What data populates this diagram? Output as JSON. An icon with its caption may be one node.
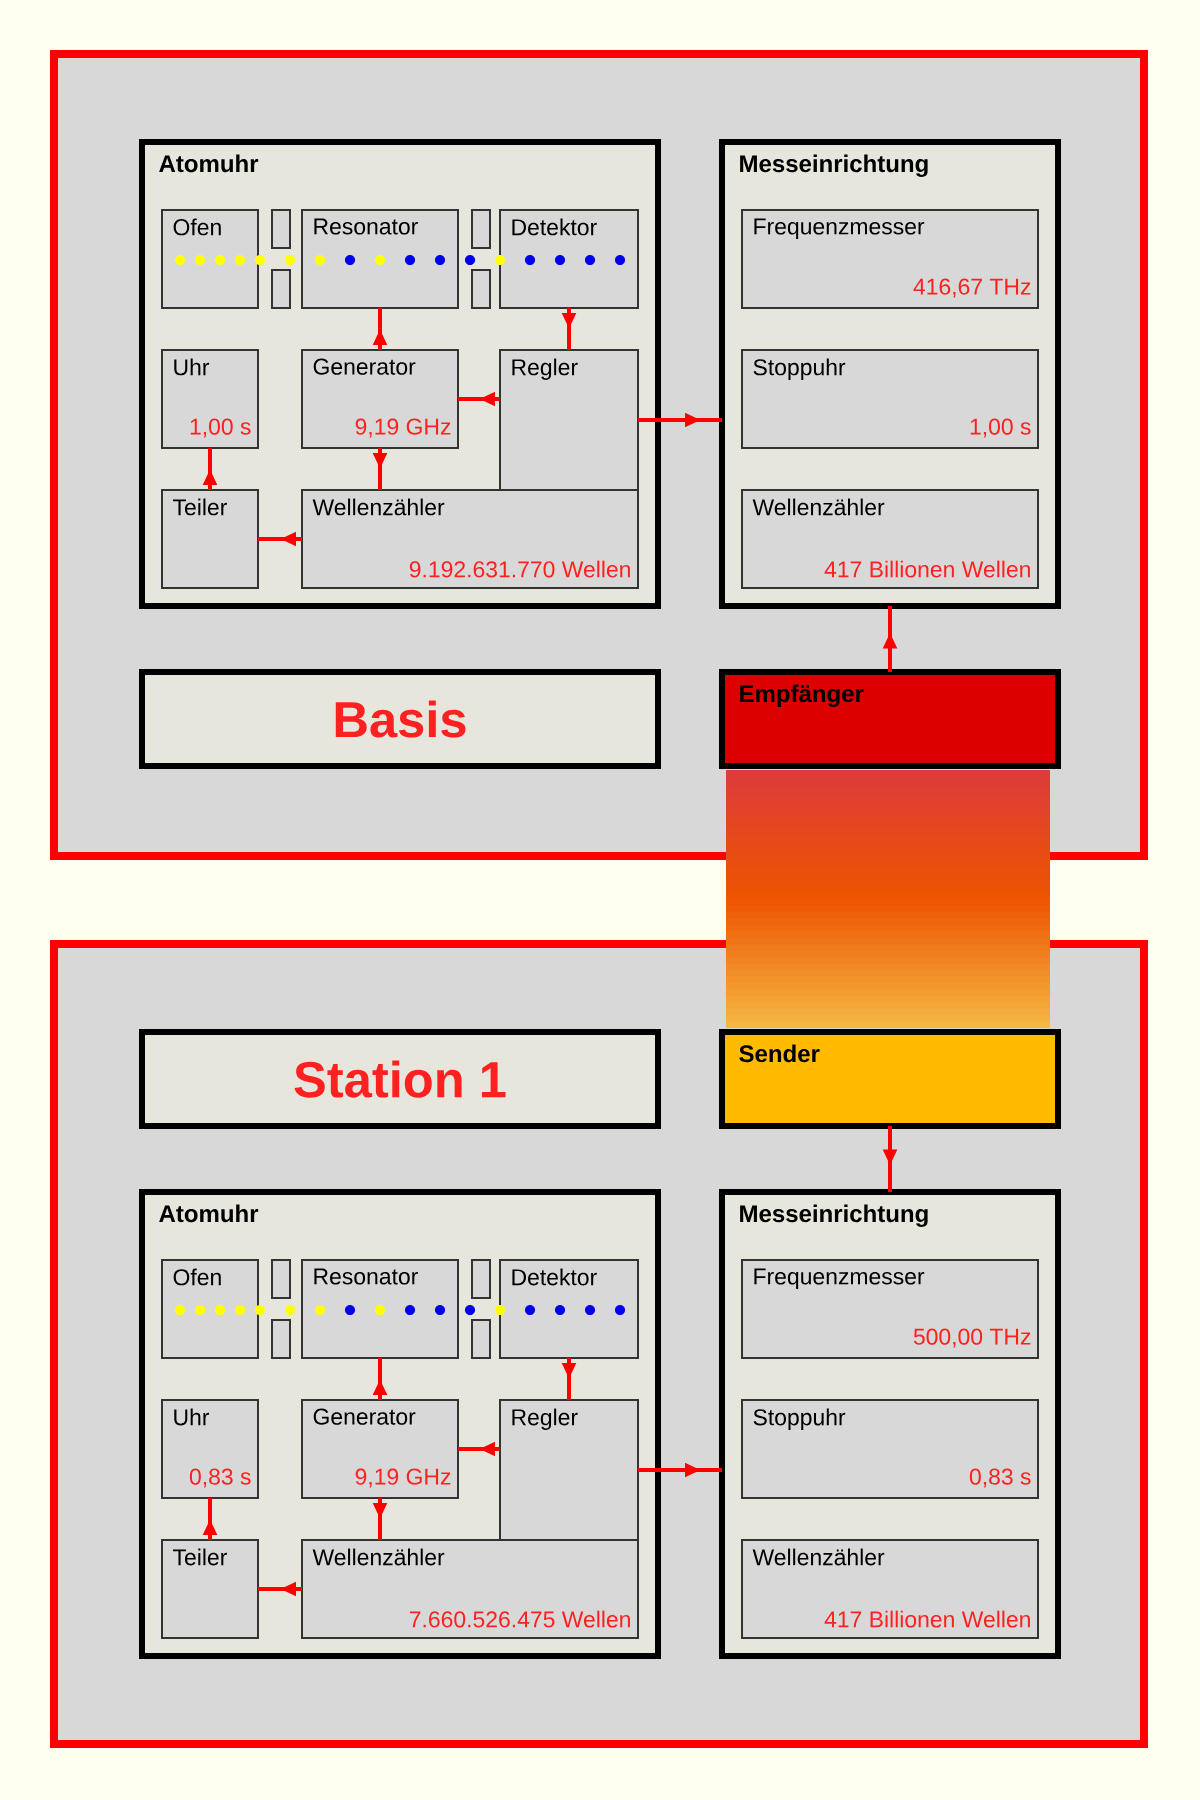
{
  "diagram": {
    "nodes": [
      {
        "text": [],
        "shape": "box"
      },
      {
        "text": [
          "Atomuhr"
        ],
        "in": 0
      },
      {
        "text": [
          "Ofen"
        ],
        "in": 1
      },
      {
        "text": [
          "Resonator"
        ],
        "in": 1
      },
      {
        "text": [
          "Detektor"
        ],
        "in": 1
      },
      {
        "text": [
          "Uhr",
          "1,00 s"
        ],
        "in": 1
      },
      {
        "text": [
          "Generator",
          "9,19 GHz"
        ],
        "in": 1
      },
      {
        "text": [
          "Regler"
        ],
        "in": 1
      },
      {
        "text": [
          "Teiler"
        ],
        "in": 1
      },
      {
        "text": [
          "Wellenzähler",
          "9.192.631.770 Wellen"
        ],
        "in": 1
      },
      {
        "text": [
          "Messeinrichtung"
        ],
        "in": 0
      },
      {
        "text": [
          "Frequenzmesser",
          "416,67 THz"
        ],
        "in": 10
      },
      {
        "text": [
          "Stoppuhr",
          "1,00 s"
        ],
        "in": 10
      },
      {
        "text": [
          "Wellenzähler",
          "417 Billionen Wellen"
        ],
        "in": 10
      },
      {
        "text": [
          "Basis"
        ],
        "in": 0
      },
      {
        "text": [
          "Empfänger"
        ],
        "in": 0
      },
      {
        "text": [],
        "shape": "box"
      },
      {
        "text": [
          "Station 1"
        ],
        "in": 16
      },
      {
        "text": [
          "Sender"
        ],
        "in": 16
      },
      {
        "text": [
          "Atomuhr"
        ],
        "in": 16
      },
      {
        "text": [
          "Ofen"
        ],
        "in": 19
      },
      {
        "text": [
          "Resonator"
        ],
        "in": 19
      },
      {
        "text": [
          "Detektor"
        ],
        "in": 19
      },
      {
        "text": [
          "Uhr",
          "0,83 s"
        ],
        "in": 19
      },
      {
        "text": [
          "Generator",
          "9,19 GHz"
        ],
        "in": 19
      },
      {
        "text": [
          "Regler"
        ],
        "in": 19
      },
      {
        "text": [
          "Teiler"
        ],
        "in": 19
      },
      {
        "text": [
          "Wellenzähler",
          "7.660.526.475 Wellen"
        ],
        "in": 19
      },
      {
        "text": [
          "Messeinrichtung"
        ],
        "in": 16
      },
      {
        "text": [
          "Frequenzmesser",
          "500,00 THz"
        ],
        "in": 28
      },
      {
        "text": [
          "Stoppuhr",
          "0,83 s"
        ],
        "in": 28
      },
      {
        "text": [
          "Wellenzähler",
          "417 Billionen Wellen"
        ],
        "in": 28
      }
    ],
    "edges": [
      {
        "from": 6,
        "to": 3,
        "arrow": "to"
      },
      {
        "from": 4,
        "to": 7,
        "arrow": "to"
      },
      {
        "from": 7,
        "to": 6,
        "arrow": "to"
      },
      {
        "from": 6,
        "to": 9,
        "arrow": "to"
      },
      {
        "from": 9,
        "to": 8,
        "arrow": "to"
      },
      {
        "from": 8,
        "to": 5,
        "arrow": "to"
      },
      {
        "from": 7,
        "to": 10,
        "arrow": "to"
      },
      {
        "from": 15,
        "to": 10,
        "arrow": "to"
      },
      {
        "from": 24,
        "to": 21,
        "arrow": "to"
      },
      {
        "from": 22,
        "to": 25,
        "arrow": "to"
      },
      {
        "from": 25,
        "to": 24,
        "arrow": "to"
      },
      {
        "from": 24,
        "to": 27,
        "arrow": "to"
      },
      {
        "from": 27,
        "to": 26,
        "arrow": "to"
      },
      {
        "from": 26,
        "to": 23,
        "arrow": "to"
      },
      {
        "from": 25,
        "to": 28,
        "arrow": "to"
      },
      {
        "from": 18,
        "to": 28,
        "arrow": "to"
      }
    ]
  }
}
